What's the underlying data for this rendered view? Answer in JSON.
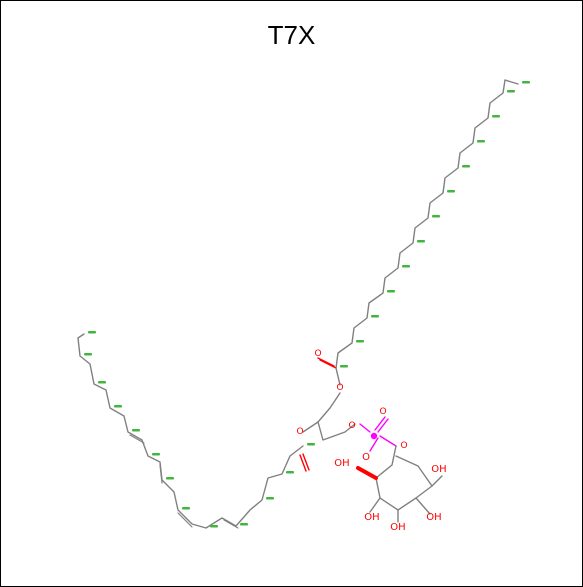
{
  "title": "T7X",
  "colors": {
    "bond": "#808080",
    "oxygen": "#ff0000",
    "phosphorus": "#ff00ff",
    "carbon_label": "#41b441",
    "frame": "#000000"
  },
  "atoms": {
    "oxygen": [
      "O",
      "OH",
      "OH",
      "OH",
      "OH",
      "OH"
    ]
  }
}
